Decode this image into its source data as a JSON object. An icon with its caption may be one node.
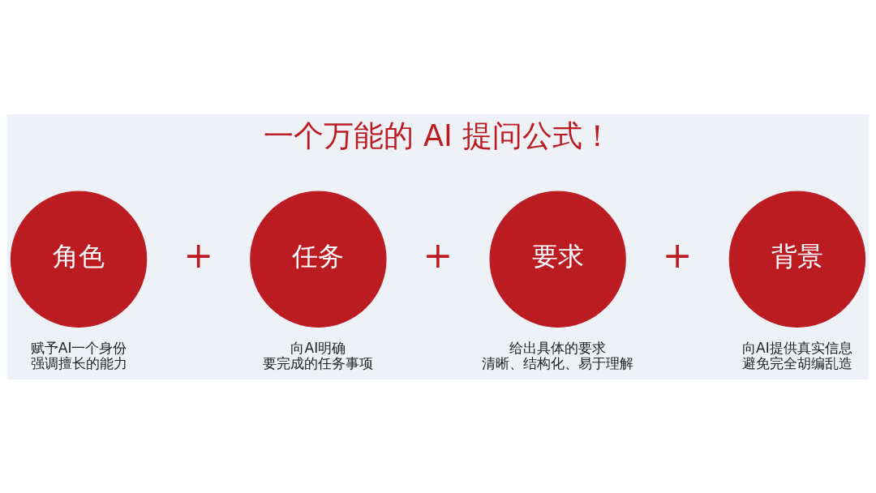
{
  "diagram": {
    "title": "一个万能的 AI 提问公式！",
    "nodes": [
      {
        "text": [
          "角色"
        ],
        "beside": [
          "赋予AI一个身份",
          "强调擅长的能力"
        ]
      },
      {
        "text": [
          "任务"
        ],
        "beside": [
          "向AI明确",
          "要完成的任务事项"
        ]
      },
      {
        "text": [
          "要求"
        ],
        "beside": [
          "给出具体的要求",
          "清晰、结构化、易于理解"
        ]
      },
      {
        "text": [
          "背景"
        ],
        "beside": [
          "向AI提供真实信息",
          "避免完全胡编乱造"
        ]
      }
    ],
    "edges": [],
    "labels": [
      "+",
      "+",
      "+"
    ]
  }
}
